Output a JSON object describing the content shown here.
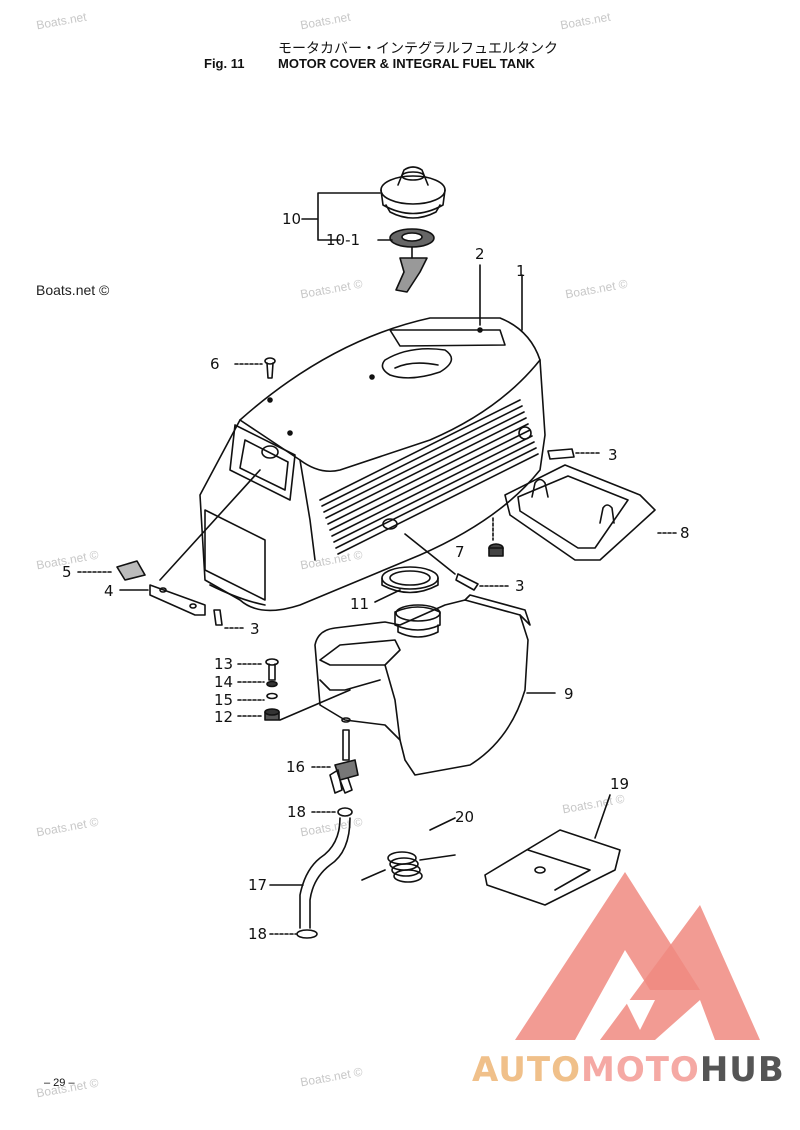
{
  "header": {
    "japanese_title": "モータカバー・インテグラルフュエルタンク",
    "fig_number": "Fig. 11",
    "title": "MOTOR COVER & INTEGRAL FUEL TANK"
  },
  "watermarks": {
    "text": "Boats.net",
    "text_copyright": "Boats.net ©"
  },
  "labels": {
    "l1": "1",
    "l2": "2",
    "l3a": "3",
    "l3b": "3",
    "l3c": "3",
    "l4": "4",
    "l5": "5",
    "l6": "6",
    "l7": "7",
    "l8": "8",
    "l9": "9",
    "l10": "10",
    "l10_1": "10-1",
    "l11": "11",
    "l12": "12",
    "l13": "13",
    "l14": "14",
    "l15": "15",
    "l16": "16",
    "l17": "17",
    "l18a": "18",
    "l18b": "18",
    "l19": "19",
    "l20": "20"
  },
  "page_number": "– 29 –",
  "logo": {
    "part1": "AUTO",
    "part2": "MOTO",
    "part3": "HUB",
    "colors": {
      "orange": "#f0c08a",
      "pink": "#f5a9a4",
      "gray": "#555555"
    }
  }
}
